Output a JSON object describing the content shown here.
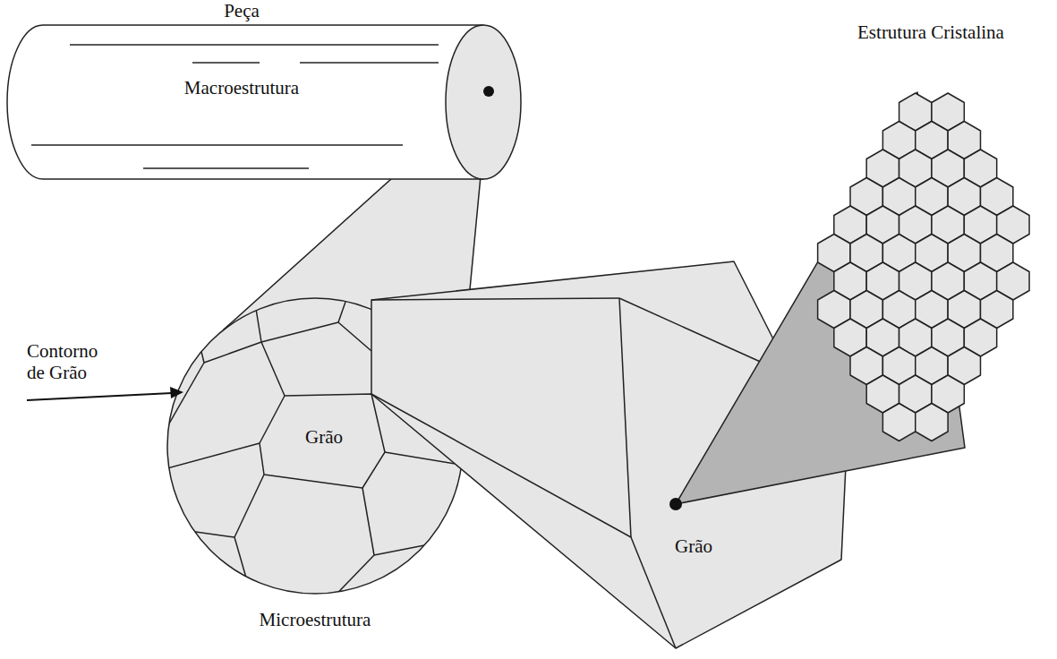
{
  "diagram": {
    "nodes": [
      {
        "text": [
          "Peça",
          "Macroestrutura"
        ]
      },
      {
        "text": [
          "Microestrutura"
        ]
      },
      {
        "text": [
          "Grão"
        ],
        "in": 1
      },
      {
        "text": [
          "Grão"
        ]
      },
      {
        "text": [
          "Estrutura Cristalina"
        ]
      }
    ],
    "labels": [
      "Contorno de Grão"
    ]
  }
}
